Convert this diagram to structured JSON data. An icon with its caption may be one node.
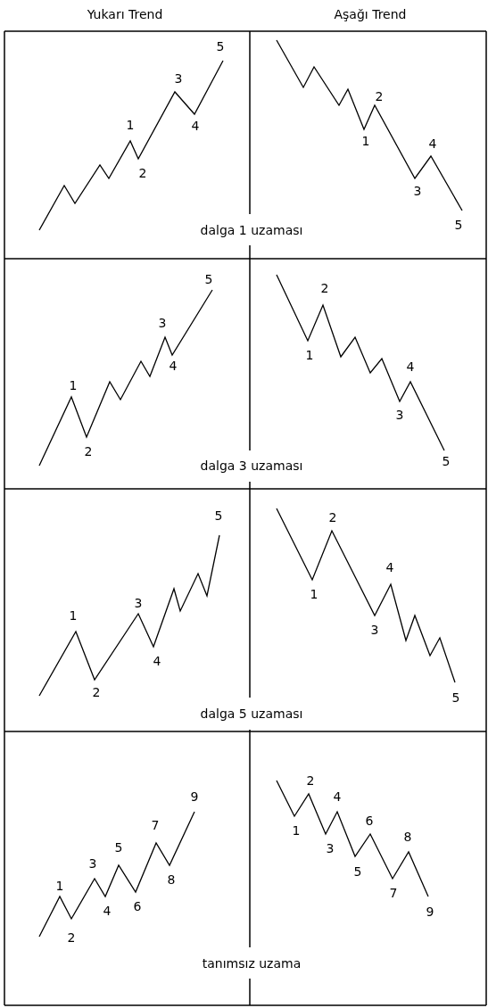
{
  "diagram": {
    "labels": [
      "Yukarı Trend",
      "Aşağı Trend",
      "1",
      "2",
      "3",
      "4",
      "5",
      "1",
      "2",
      "3",
      "4",
      "5",
      "dalga 1 uzaması",
      "1",
      "2",
      "3",
      "4",
      "5",
      "1",
      "2",
      "3",
      "4",
      "5",
      "dalga 3 uzaması",
      "1",
      "2",
      "3",
      "4",
      "5",
      "1",
      "2",
      "3",
      "4",
      "5",
      "dalga 5 uzaması",
      "1",
      "2",
      "3",
      "4",
      "5",
      "6",
      "7",
      "8",
      "9",
      "1",
      "2",
      "3",
      "4",
      "5",
      "6",
      "7",
      "8",
      "9",
      "tanımsız uzama"
    ]
  }
}
